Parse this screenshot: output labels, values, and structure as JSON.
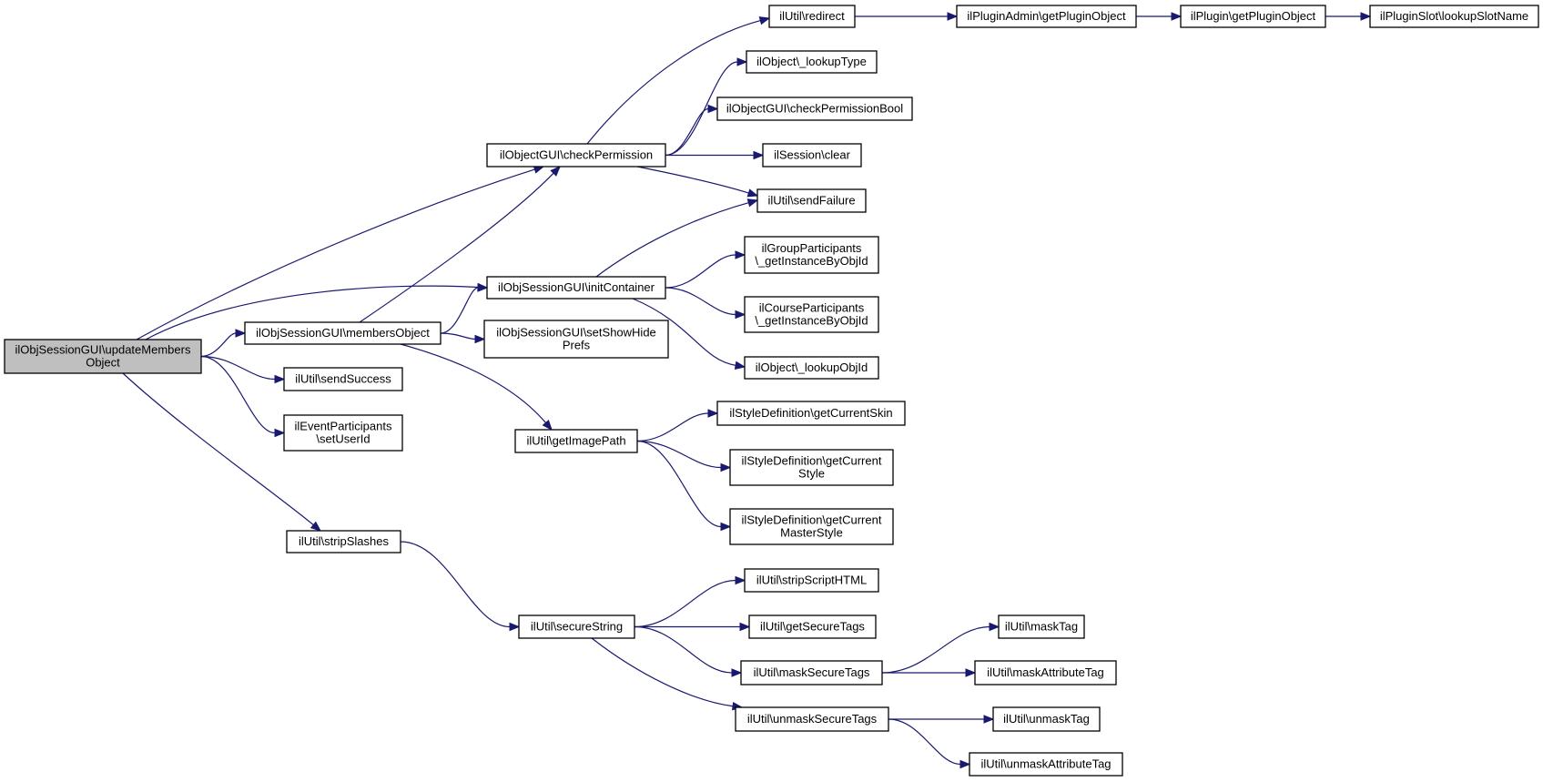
{
  "diagram": {
    "nodes": [
      {
        "id": "root",
        "lines": [
          "ilObjSessionGUI\\updateMembers",
          "Object"
        ],
        "root": true
      },
      {
        "id": "membersObject",
        "lines": [
          "ilObjSessionGUI\\membersObject"
        ]
      },
      {
        "id": "sendSuccess",
        "lines": [
          "ilUtil\\sendSuccess"
        ]
      },
      {
        "id": "setUserId",
        "lines": [
          "ilEventParticipants",
          "\\setUserId"
        ]
      },
      {
        "id": "stripSlashes",
        "lines": [
          "ilUtil\\stripSlashes"
        ]
      },
      {
        "id": "checkPermission",
        "lines": [
          "ilObjectGUI\\checkPermission"
        ]
      },
      {
        "id": "initContainer",
        "lines": [
          "ilObjSessionGUI\\initContainer"
        ]
      },
      {
        "id": "setShowHidePrefs",
        "lines": [
          "ilObjSessionGUI\\setShowHide",
          "Prefs"
        ]
      },
      {
        "id": "getImagePath",
        "lines": [
          "ilUtil\\getImagePath"
        ]
      },
      {
        "id": "secureString",
        "lines": [
          "ilUtil\\secureString"
        ]
      },
      {
        "id": "redirect",
        "lines": [
          "ilUtil\\redirect"
        ]
      },
      {
        "id": "lookupType",
        "lines": [
          "ilObject\\_lookupType"
        ]
      },
      {
        "id": "checkPermissionBool",
        "lines": [
          "ilObjectGUI\\checkPermissionBool"
        ]
      },
      {
        "id": "sessionClear",
        "lines": [
          "ilSession\\clear"
        ]
      },
      {
        "id": "sendFailure",
        "lines": [
          "ilUtil\\sendFailure"
        ]
      },
      {
        "id": "groupParticipants",
        "lines": [
          "ilGroupParticipants",
          "\\_getInstanceByObjId"
        ]
      },
      {
        "id": "courseParticipants",
        "lines": [
          "ilCourseParticipants",
          "\\_getInstanceByObjId"
        ]
      },
      {
        "id": "lookupObjId",
        "lines": [
          "ilObject\\_lookupObjId"
        ]
      },
      {
        "id": "getCurrentSkin",
        "lines": [
          "ilStyleDefinition\\getCurrentSkin"
        ]
      },
      {
        "id": "getCurrentStyle",
        "lines": [
          "ilStyleDefinition\\getCurrent",
          "Style"
        ]
      },
      {
        "id": "getCurrentMasterStyle",
        "lines": [
          "ilStyleDefinition\\getCurrent",
          "MasterStyle"
        ]
      },
      {
        "id": "stripScriptHTML",
        "lines": [
          "ilUtil\\stripScriptHTML"
        ]
      },
      {
        "id": "getSecureTags",
        "lines": [
          "ilUtil\\getSecureTags"
        ]
      },
      {
        "id": "maskSecureTags",
        "lines": [
          "ilUtil\\maskSecureTags"
        ]
      },
      {
        "id": "unmaskSecureTags",
        "lines": [
          "ilUtil\\unmaskSecureTags"
        ]
      },
      {
        "id": "maskTag",
        "lines": [
          "ilUtil\\maskTag"
        ]
      },
      {
        "id": "maskAttributeTag",
        "lines": [
          "ilUtil\\maskAttributeTag"
        ]
      },
      {
        "id": "unmaskTag",
        "lines": [
          "ilUtil\\unmaskTag"
        ]
      },
      {
        "id": "unmaskAttributeTag",
        "lines": [
          "ilUtil\\unmaskAttributeTag"
        ]
      },
      {
        "id": "pluginAdminGetPluginObject",
        "lines": [
          "ilPluginAdmin\\getPluginObject"
        ]
      },
      {
        "id": "pluginGetPluginObject",
        "lines": [
          "ilPlugin\\getPluginObject"
        ]
      },
      {
        "id": "lookupSlotName",
        "lines": [
          "ilPluginSlot\\lookupSlotName"
        ]
      }
    ],
    "edges": [
      {
        "from": "root",
        "to": "checkPermission"
      },
      {
        "from": "root",
        "to": "initContainer"
      },
      {
        "from": "root",
        "to": "membersObject"
      },
      {
        "from": "root",
        "to": "sendSuccess"
      },
      {
        "from": "root",
        "to": "setUserId"
      },
      {
        "from": "root",
        "to": "stripSlashes"
      },
      {
        "from": "membersObject",
        "to": "checkPermission"
      },
      {
        "from": "membersObject",
        "to": "initContainer"
      },
      {
        "from": "membersObject",
        "to": "setShowHidePrefs"
      },
      {
        "from": "membersObject",
        "to": "getImagePath"
      },
      {
        "from": "checkPermission",
        "to": "redirect"
      },
      {
        "from": "checkPermission",
        "to": "lookupType"
      },
      {
        "from": "checkPermission",
        "to": "checkPermissionBool"
      },
      {
        "from": "checkPermission",
        "to": "sessionClear"
      },
      {
        "from": "checkPermission",
        "to": "sendFailure"
      },
      {
        "from": "initContainer",
        "to": "sendFailure"
      },
      {
        "from": "initContainer",
        "to": "groupParticipants"
      },
      {
        "from": "initContainer",
        "to": "courseParticipants"
      },
      {
        "from": "initContainer",
        "to": "lookupObjId"
      },
      {
        "from": "getImagePath",
        "to": "getCurrentSkin"
      },
      {
        "from": "getImagePath",
        "to": "getCurrentStyle"
      },
      {
        "from": "getImagePath",
        "to": "getCurrentMasterStyle"
      },
      {
        "from": "stripSlashes",
        "to": "secureString"
      },
      {
        "from": "secureString",
        "to": "stripScriptHTML"
      },
      {
        "from": "secureString",
        "to": "getSecureTags"
      },
      {
        "from": "secureString",
        "to": "maskSecureTags"
      },
      {
        "from": "secureString",
        "to": "unmaskSecureTags"
      },
      {
        "from": "maskSecureTags",
        "to": "maskTag"
      },
      {
        "from": "maskSecureTags",
        "to": "maskAttributeTag"
      },
      {
        "from": "unmaskSecureTags",
        "to": "unmaskTag"
      },
      {
        "from": "unmaskSecureTags",
        "to": "unmaskAttributeTag"
      },
      {
        "from": "redirect",
        "to": "pluginAdminGetPluginObject"
      },
      {
        "from": "pluginAdminGetPluginObject",
        "to": "pluginGetPluginObject"
      },
      {
        "from": "pluginGetPluginObject",
        "to": "lookupSlotName"
      }
    ]
  },
  "colors": {
    "edge": "#191970",
    "root_fill": "#bfbfbf",
    "node_fill": "#ffffff",
    "node_border": "#000000"
  }
}
